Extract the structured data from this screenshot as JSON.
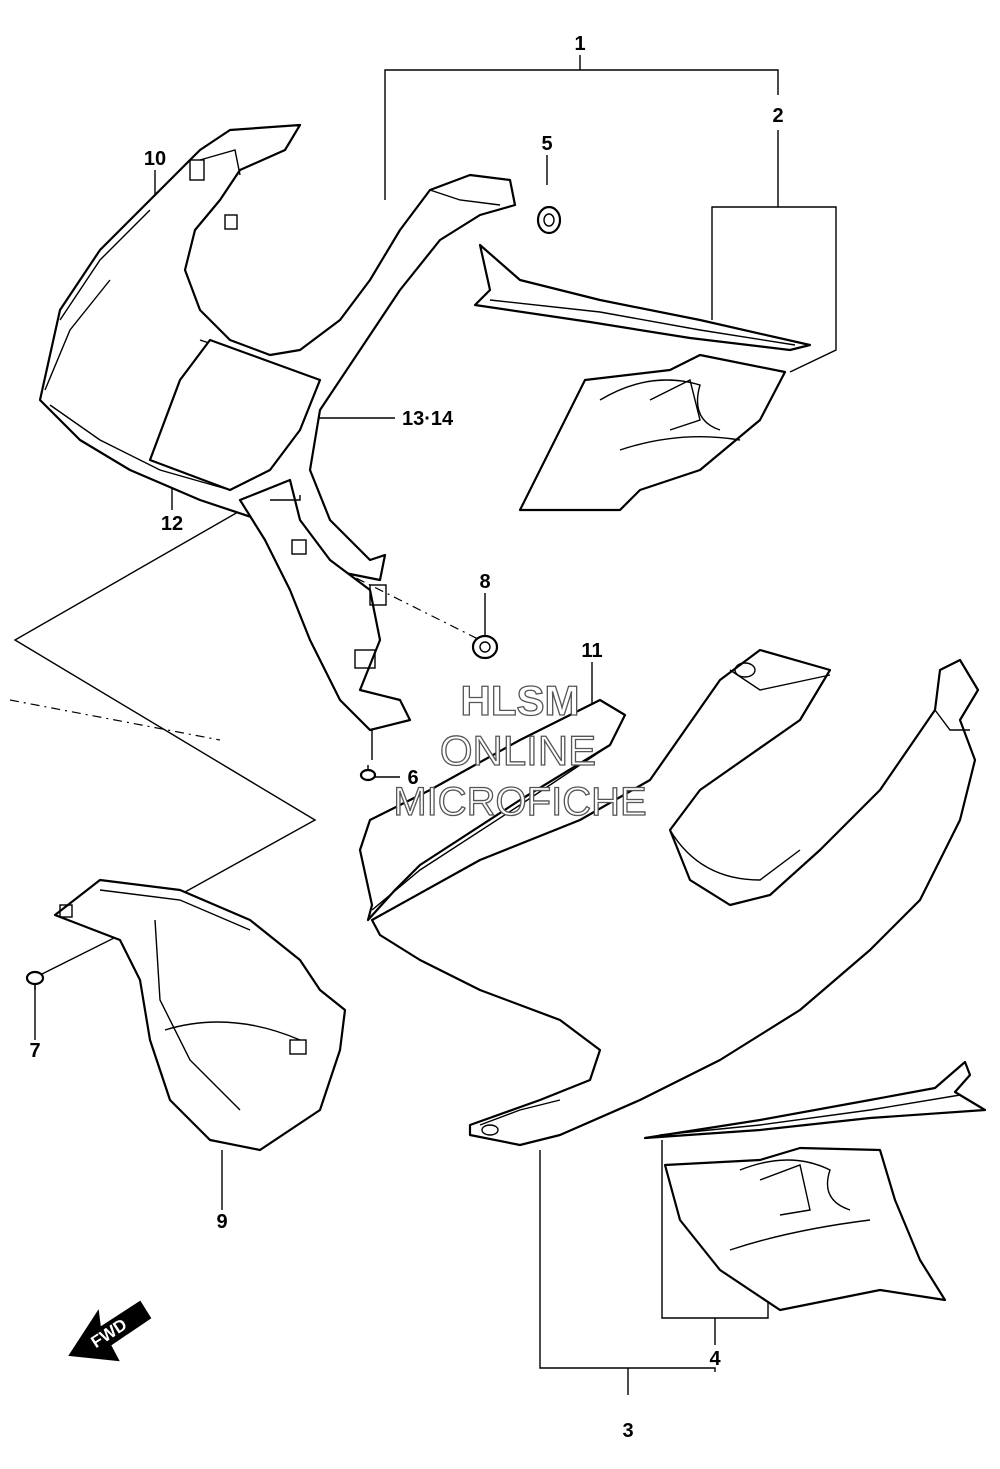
{
  "callouts": {
    "c1": "1",
    "c2": "2",
    "c3": "3",
    "c4": "4",
    "c5": "5",
    "c6": "6",
    "c7": "7",
    "c8": "8",
    "c9": "9",
    "c10": "10",
    "c11": "11",
    "c12": "12",
    "c13_14": "13·14"
  },
  "watermark": {
    "line1": "HLSM",
    "line2": "ONLINE",
    "line3": "MICROFICHE"
  },
  "direction_arrow": "FWD"
}
